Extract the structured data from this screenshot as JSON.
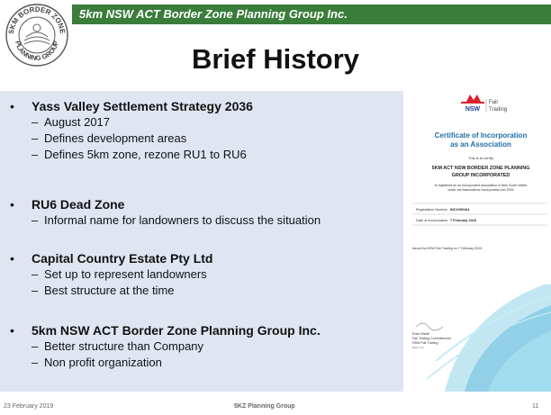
{
  "header": {
    "org_title": "5km NSW ACT Border Zone Planning Group Inc.",
    "logo_text_top": "5KM BORDER ZONE",
    "logo_text_bottom": "PLANNING GROUP"
  },
  "slide": {
    "title": "Brief History"
  },
  "bullets": [
    {
      "label": "Yass Valley Settlement Strategy 2036",
      "subs": [
        "August 2017",
        "Defines development areas",
        "Defines 5km zone, rezone RU1 to RU6"
      ]
    },
    {
      "label": "RU6 Dead Zone",
      "subs": [
        "Informal name for landowners to discuss the situation"
      ]
    },
    {
      "label": "Capital Country Estate Pty Ltd",
      "subs": [
        "Set up to represent landowners",
        "Best structure at the time"
      ]
    },
    {
      "label": "5km NSW ACT Border Zone Planning Group Inc.",
      "subs": [
        "Better structure than Company",
        "Non profit organization"
      ]
    }
  ],
  "certificate": {
    "agency_word": "NSW",
    "agency_line1": "Fair",
    "agency_line2": "Trading",
    "heading1": "Certificate of Incorporation",
    "heading2": "as an Association",
    "certify": "This is to certify",
    "org1": "5KM ACT NSW BORDER ZONE PLANNING",
    "org2": "GROUP INCORPORATED",
    "reg1": "is registered as an incorporated association in New South Wales",
    "reg2": "under the Associations Incorporation Act 2009",
    "reg_number_label": "Registration Number:",
    "reg_number": "INC1900164",
    "date_label": "Date of incorporation:",
    "date_value": "7 February 2019",
    "issued": "Issued by NSW Fair Trading on 7 February 2019",
    "sign1": "Rose Webb",
    "sign2": "Fair Trading Commissioner",
    "sign3": "NSW Fair Trading",
    "sign4": "Page 1 of 1",
    "accent_color": "#d7232f",
    "wave_color": "#8fd3ea"
  },
  "footer": {
    "date": "23 February 2019",
    "org": "5KZ Planning Group",
    "page": "11"
  },
  "colors": {
    "header_bar": "#3a7d3b",
    "panel_bg": "#dfe6f2"
  }
}
